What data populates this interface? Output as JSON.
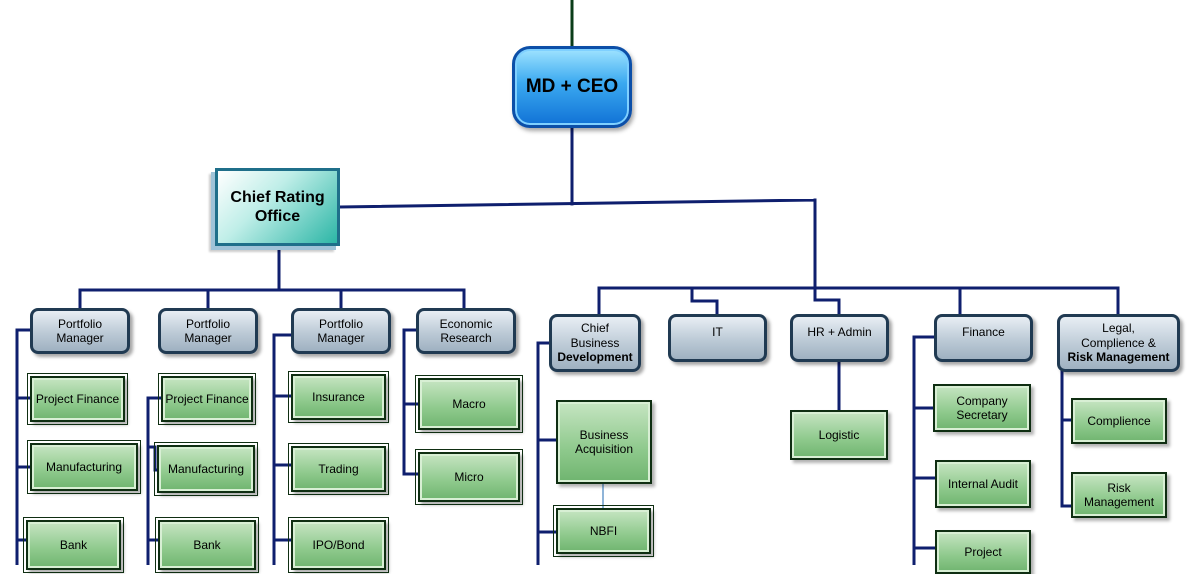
{
  "colors": {
    "connector": "#0f1f6e",
    "top_connector": "#0b3d1a"
  },
  "ceo": {
    "label": "MD + CEO"
  },
  "cro": {
    "label": "Chief Rating Office"
  },
  "rating_units": [
    {
      "head": "Portfolio Manager",
      "items": [
        "Project Finance",
        "Manufacturing",
        "Bank"
      ]
    },
    {
      "head": "Portfolio Manager",
      "items": [
        "Project Finance",
        "Manufacturing",
        "Bank"
      ]
    },
    {
      "head": "Portfolio Manager",
      "items": [
        "Insurance",
        "Trading",
        "IPO/Bond"
      ]
    },
    {
      "head": "Economic Research",
      "items": [
        "Macro",
        "Micro"
      ]
    }
  ],
  "business": {
    "cbd": {
      "line1": "Chief",
      "line2": "Business",
      "line3": "Development"
    },
    "items": [
      "Business Acquisition",
      "NBFI"
    ]
  },
  "it": {
    "label": "IT"
  },
  "hr": {
    "head": "HR + Admin",
    "items": [
      "Logistic"
    ]
  },
  "finance": {
    "head": "Finance",
    "items": [
      "Company Secretary",
      "Internal Audit",
      "Project"
    ]
  },
  "legal": {
    "line1": "Legal,",
    "line2": "Complience &",
    "line3": "Risk Management",
    "items": [
      "Complience",
      "Risk Management"
    ]
  }
}
